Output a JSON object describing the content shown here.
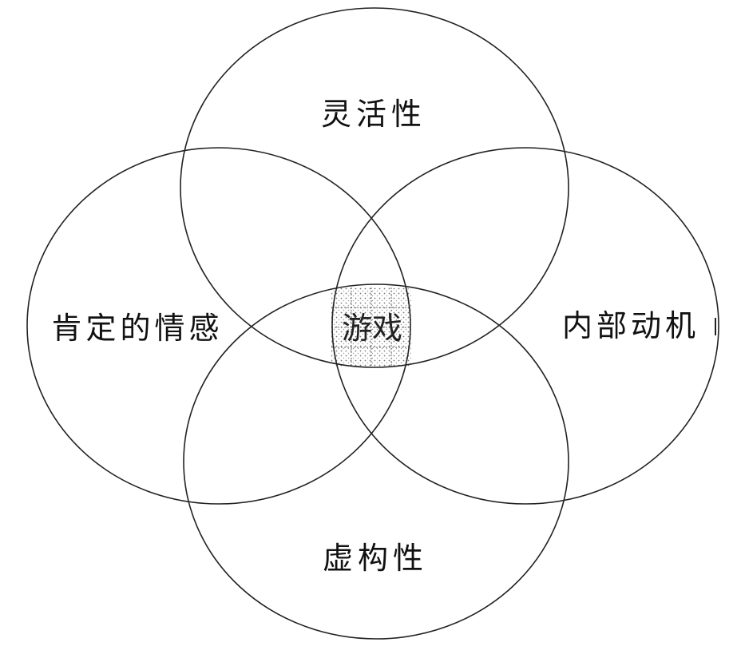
{
  "diagram": {
    "top_label": "灵活性",
    "left_label": "肯定的情感",
    "right_label": "内部动机",
    "bottom_label": "虚构性",
    "center_label": "游戏"
  }
}
